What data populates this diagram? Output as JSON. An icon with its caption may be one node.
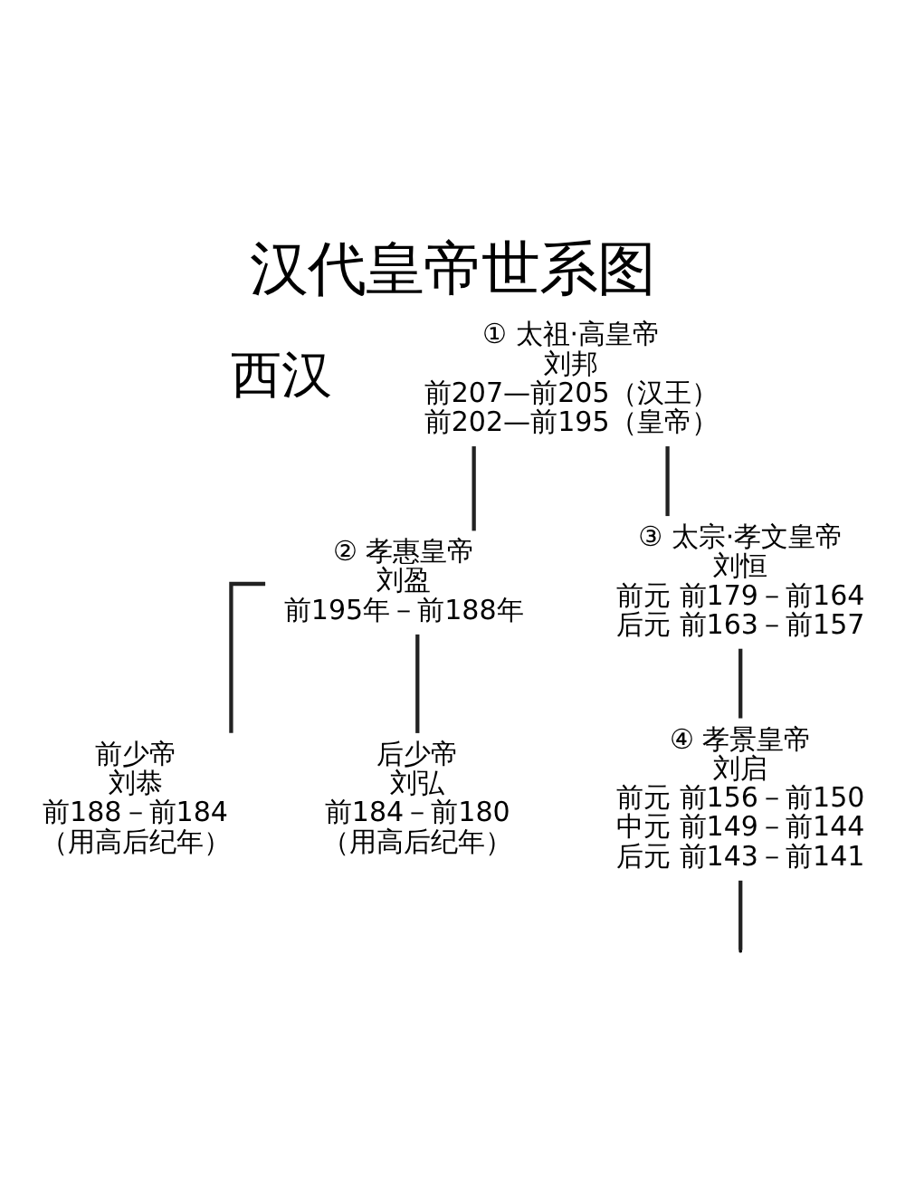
{
  "diagram": {
    "title": "汉代皇帝世系图",
    "nodes": [
      {
        "text": [
          "① 太祖·高皇帝",
          "刘邦",
          "前207—前205（汉王）",
          "前202—前195（皇帝）"
        ]
      },
      {
        "text": [
          "② 孝惠皇帝",
          "刘盈",
          "前195年－前188年"
        ]
      },
      {
        "text": [
          "③ 太宗·孝文皇帝",
          "刘恒",
          "前元 前179－前164",
          "后元 前163－前157"
        ]
      },
      {
        "text": [
          "前少帝",
          "刘恭",
          "前188－前184",
          "（用高后纪年）"
        ]
      },
      {
        "text": [
          "后少帝",
          "刘弘",
          "前184－前180",
          "（用高后纪年）"
        ]
      },
      {
        "text": [
          "④ 孝景皇帝",
          "刘启",
          "前元 前156－前150",
          "中元 前149－前144",
          "后元 前143－前141"
        ]
      }
    ],
    "edges": [
      {
        "from": 0,
        "to": 1,
        "arrow": "none"
      },
      {
        "from": 0,
        "to": 2,
        "arrow": "none"
      },
      {
        "from": 1,
        "to": 3,
        "arrow": "none"
      },
      {
        "from": 1,
        "to": 4,
        "arrow": "none"
      },
      {
        "from": 2,
        "to": 5,
        "arrow": "none"
      },
      {
        "from": 5,
        "to": null,
        "arrow": "none"
      }
    ],
    "labels": [
      "西汉"
    ]
  }
}
